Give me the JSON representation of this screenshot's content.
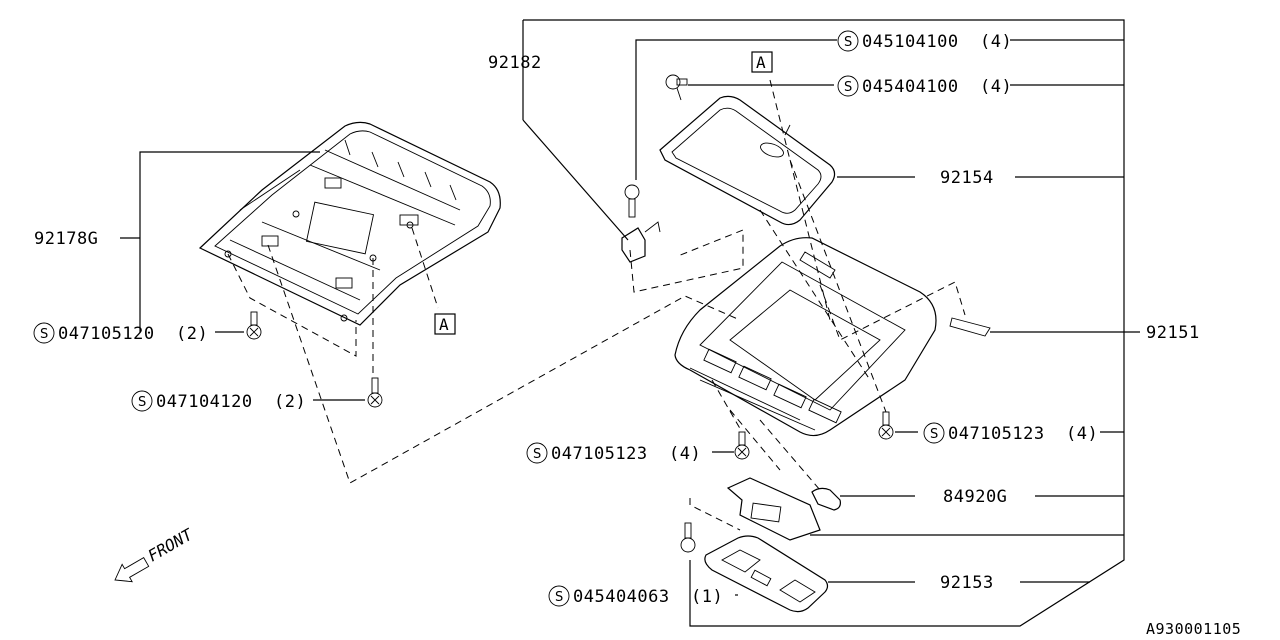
{
  "diagram": {
    "parts": {
      "p92182": "92182",
      "p92178G": "92178G",
      "p92154": "92154",
      "p92151": "92151",
      "p84920G": "84920G",
      "p92153": "92153"
    },
    "fasteners": {
      "f045104100": "045104100",
      "f045104100_qty": "(4)",
      "f045404100": "045404100",
      "f045404100_qty": "(4)",
      "f047105120": "047105120",
      "f047105120_qty": "(2)",
      "f047104120": "047104120",
      "f047104120_qty": "(2)",
      "f047105123_left": "047105123",
      "f047105123_left_qty": "(4)",
      "f047105123_right": "047105123",
      "f047105123_right_qty": "(4)",
      "f045404063": "045404063",
      "f045404063_qty": "(1)"
    },
    "standard_symbol": "S",
    "ref_marks": {
      "a_top": "A",
      "a_left": "A"
    },
    "direction_label": "FRONT",
    "drawing_code": "A930001105"
  }
}
